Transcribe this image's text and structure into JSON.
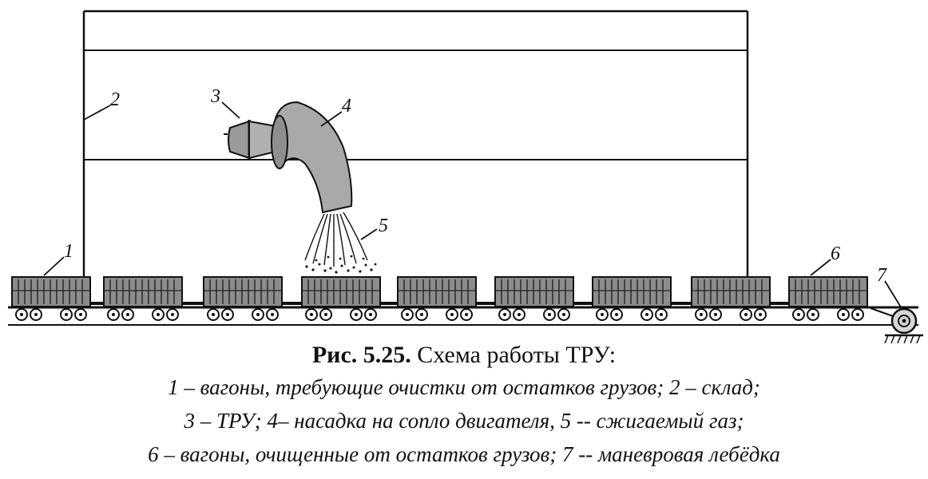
{
  "figure": {
    "number": "Рис. 5.25.",
    "title": "Схема работы ТРУ:"
  },
  "legend": {
    "line1": "1 – вагоны, требующие очистки от остатков грузов; 2 – склад;",
    "line2": "3 – ТРУ; 4– насадка на сопло двигателя, 5 -- сжигаемый газ;",
    "line3": "6 – вагоны, очищенные от остатков грузов; 7 -- маневровая лебёдка"
  },
  "callouts": {
    "wagons_dirty": "1",
    "warehouse": "2",
    "tru": "3",
    "nozzle": "4",
    "gas": "5",
    "wagons_clean": "6",
    "winch": "7"
  },
  "colors": {
    "ink": "#111111",
    "fill_gray": "#a9a9a9",
    "wagon_gray": "#8c8c8c",
    "background": "#ffffff"
  }
}
